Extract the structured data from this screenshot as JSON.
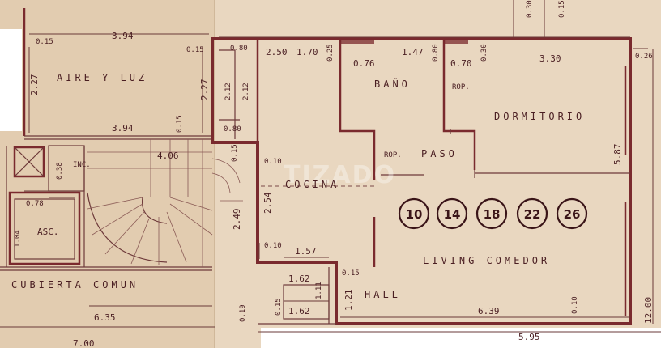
{
  "rooms": {
    "aire_luz": "AIRE Y LUZ",
    "bano": "BAÑO",
    "dormitorio": "DORMITORIO",
    "cocina": "COCINA",
    "paso": "PASO",
    "living": "LIVING COMEDOR",
    "hall": "HALL",
    "cubierta": "CUBIERTA COMUN",
    "asc": "ASC.",
    "inc": "INC.",
    "rop1": "ROP.",
    "rop2": "ROP."
  },
  "units": [
    "10",
    "14",
    "18",
    "22",
    "26"
  ],
  "watermark": "TIZADO",
  "dims": {
    "d015a": "0.15",
    "d394a": "3.94",
    "d227a": "2.27",
    "d394b": "3.94",
    "d015b": "0.15",
    "d015c": "0.15",
    "d227b": "2.27",
    "d080a": "0.80",
    "d250": "2.50",
    "d170": "1.70",
    "d025": "0.25",
    "d076": "0.76",
    "d147": "1.47",
    "d080b": "0.80",
    "d070": "0.70",
    "d030": "0.30",
    "d330": "3.30",
    "d026": "0.26",
    "d030t": "0.30",
    "d015t": "0.15",
    "d212a": "2.12",
    "d212b": "2.12",
    "d080c": "0.80",
    "d038": "0.38",
    "d406": "4.06",
    "d015d": "0.15",
    "d010a": "0.10",
    "d254": "2.54",
    "d249": "2.49",
    "d587": "5.87",
    "d078": "0.78",
    "d104": "1.04",
    "d010b": "0.10",
    "d157": "1.57",
    "d015e": "0.15",
    "d162a": "1.62",
    "d111": "1.11",
    "d121": "1.21",
    "d162b": "1.62",
    "d015f": "0.15",
    "d019": "0.19",
    "d635": "6.35",
    "d639": "6.39",
    "d010c": "0.10",
    "d1200": "12.00",
    "d700": "7.00",
    "d595": "5.95"
  }
}
